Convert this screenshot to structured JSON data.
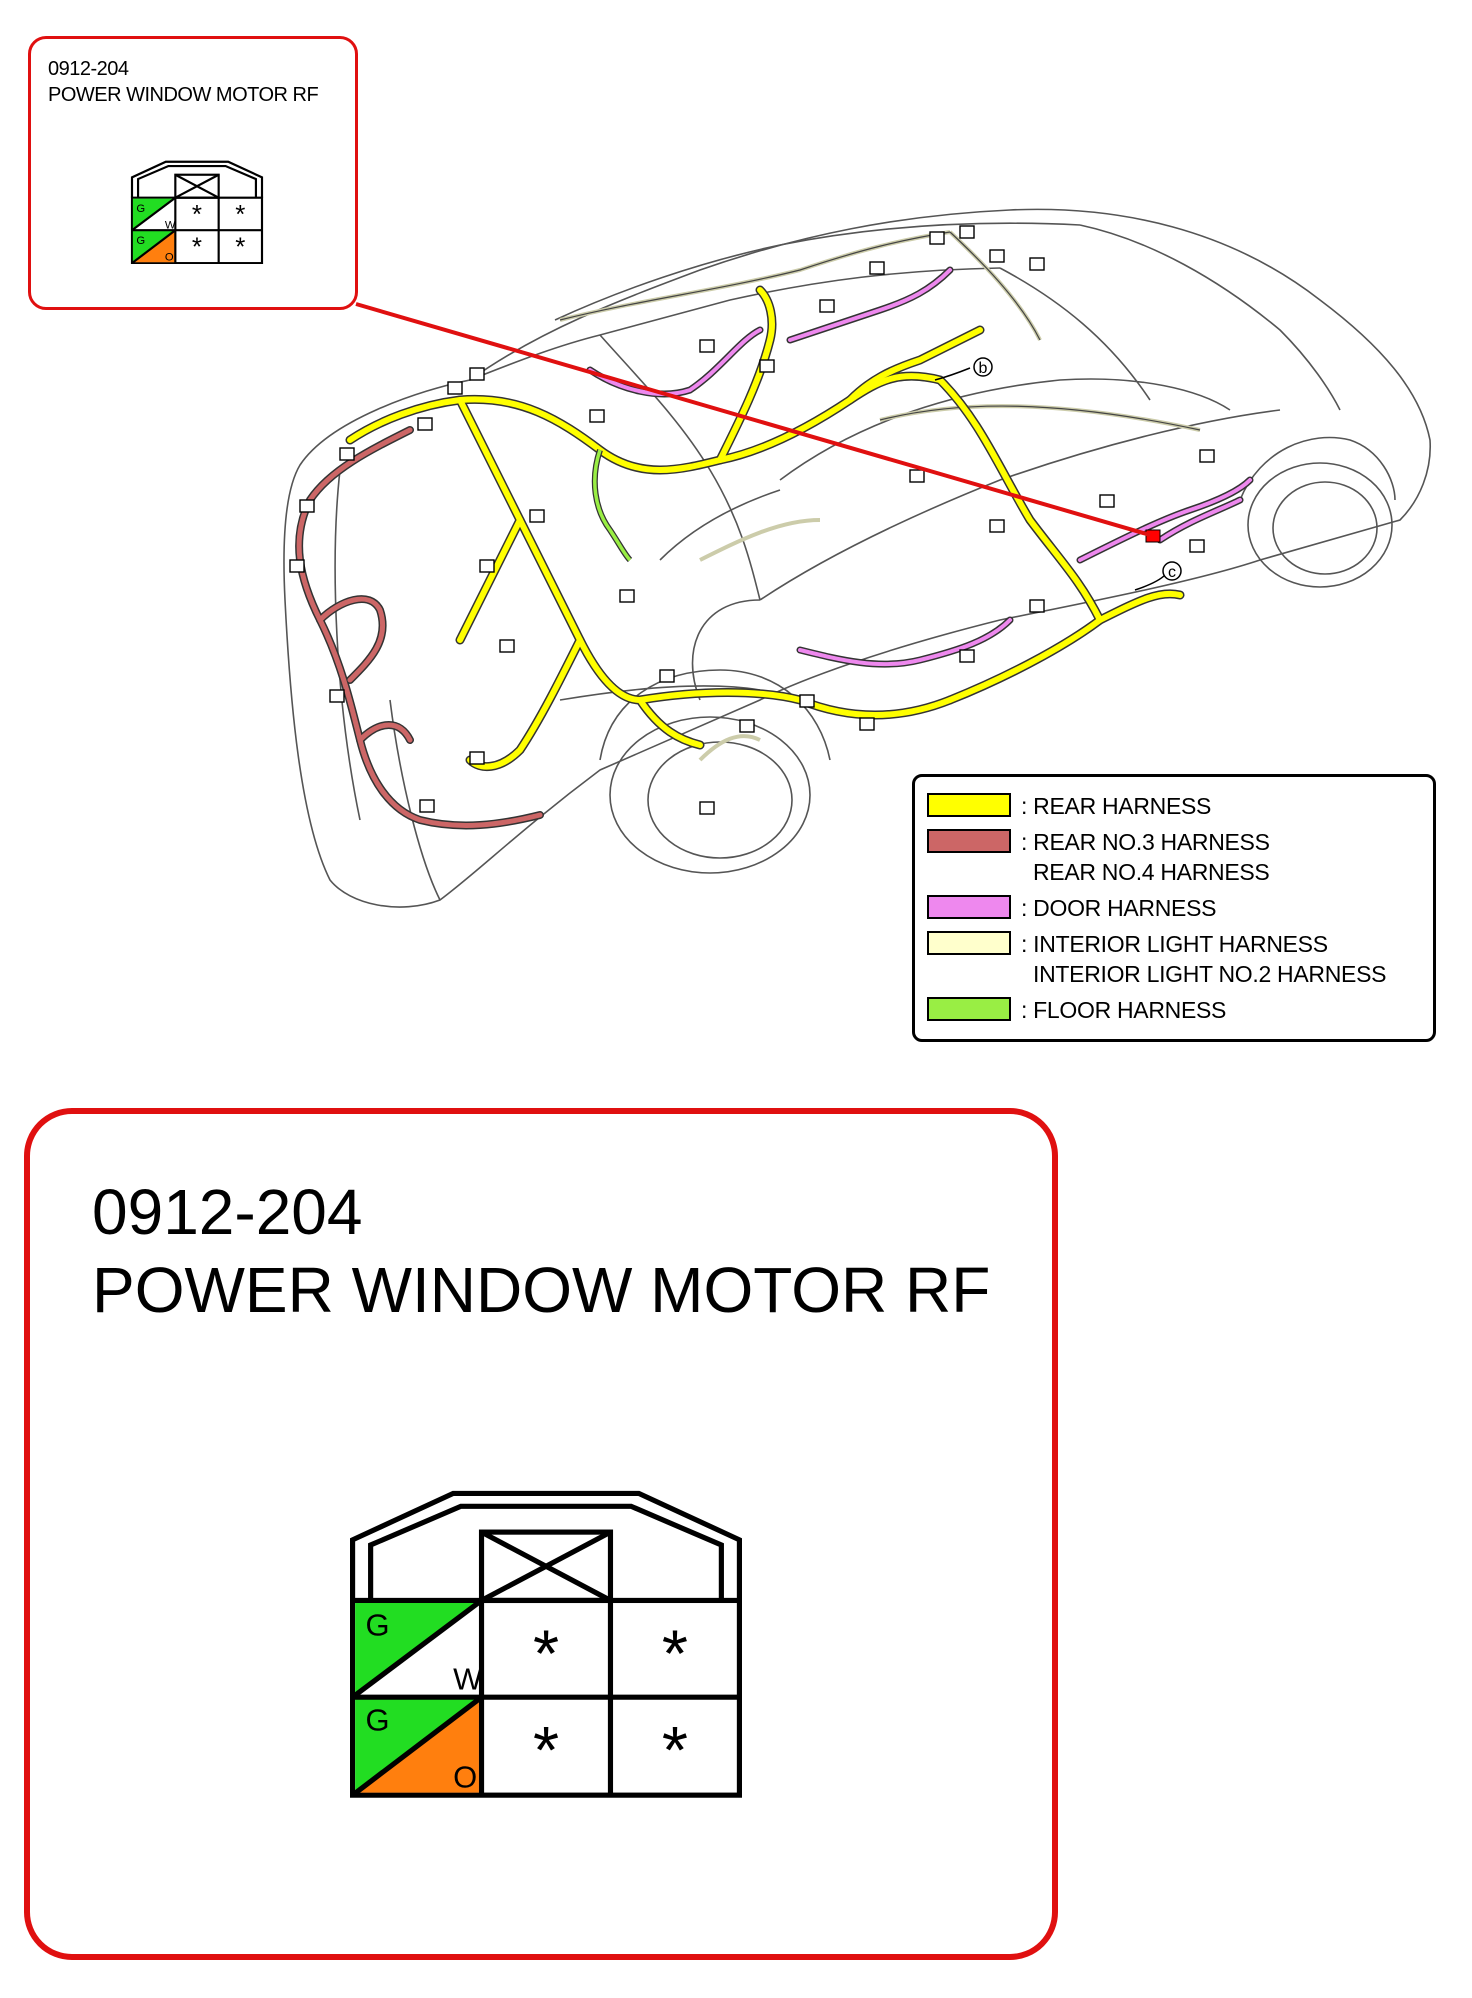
{
  "connector": {
    "code": "0912-204",
    "name": "POWER WINDOW MOTOR RF",
    "pins": [
      {
        "wire_top": "G",
        "wire_bottom": "W",
        "color_top": "#22dd22",
        "color_bottom": "#ffffff"
      },
      {
        "wire_top": "G",
        "wire_bottom": "O",
        "color_top": "#22dd22",
        "color_bottom": "#ff7f0e"
      }
    ],
    "unused_pin_mark": "*"
  },
  "callouts": {
    "b": "b",
    "c": "c"
  },
  "legend": {
    "items": [
      {
        "color": "#ffff00",
        "lines": [
          ": REAR HARNESS"
        ]
      },
      {
        "color": "#cc6666",
        "lines": [
          ": REAR NO.3 HARNESS",
          "REAR NO.4 HARNESS"
        ]
      },
      {
        "color": "#ee88ee",
        "lines": [
          ": DOOR HARNESS"
        ]
      },
      {
        "color": "#ffffcc",
        "lines": [
          ": INTERIOR LIGHT HARNESS",
          "INTERIOR LIGHT NO.2 HARNESS"
        ]
      },
      {
        "color": "#99ee44",
        "lines": [
          ": FLOOR HARNESS"
        ]
      }
    ]
  },
  "colors": {
    "rear_harness": "#ffff00",
    "rear_no3_harness": "#cc6666",
    "door_harness": "#ee88ee",
    "interior_light_harness": "#ffffcc",
    "floor_harness": "#99ee44",
    "leader_line": "#e01010"
  }
}
